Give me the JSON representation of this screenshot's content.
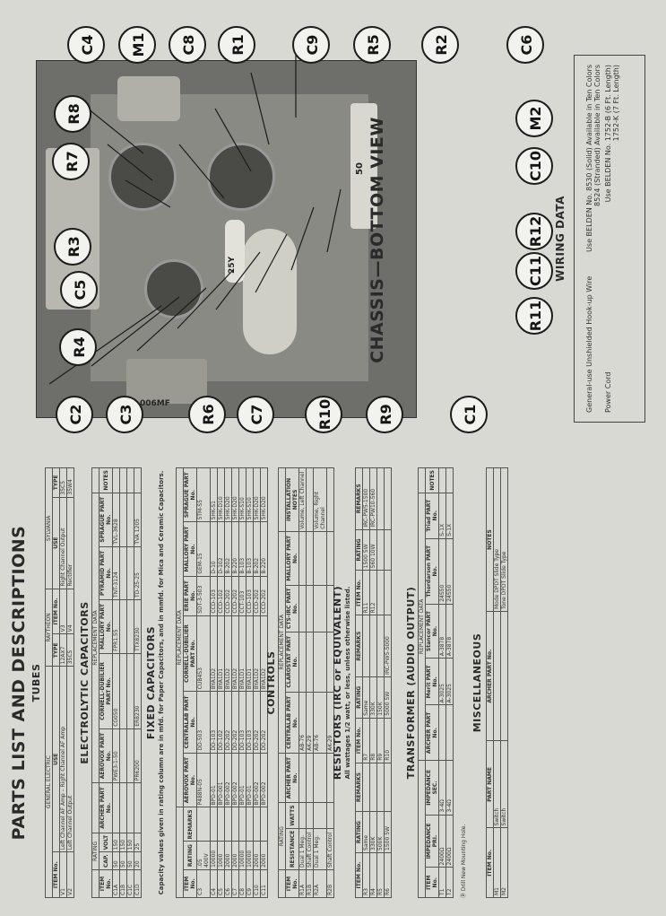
{
  "title": "PARTS LIST AND DESCRIPTIONS",
  "tubes": {
    "heading": "TUBES",
    "brands": [
      "GENERAL ELECTRIC",
      "RAYTHEON",
      "SYLVANIA"
    ],
    "headers": [
      "ITEM No.",
      "USE",
      "TYPE",
      "ITEM No.",
      "USE",
      "TYPE"
    ],
    "rows": [
      [
        "V1",
        "Left Channel AF Amp – Right Channel AF Amp",
        "12AX7",
        "V3",
        "Right Channel Output",
        "35C5"
      ],
      [
        "V2",
        "Left Channel Output",
        "35C5",
        "V4",
        "Rectifier",
        "35W4"
      ]
    ]
  },
  "electrolytic": {
    "heading": "ELECTROLYTIC CAPACITORS",
    "group_rating": "RATING",
    "group_repl": "REPLACEMENT DATA",
    "headers": [
      "ITEM No.",
      "CAP.",
      "VOLT",
      "ARCHER PART No.",
      "AEROVOX PART No.",
      "CORNELL-DUBILIER PART No.",
      "MALLORY PART No.",
      "PYRAMID PART No.",
      "SPRAGUE PART No.",
      "NOTES"
    ],
    "rows": [
      [
        "C1A",
        "50",
        "150",
        "",
        "PWE3-1-50",
        "CG050",
        "FPR1.55",
        "TNT-3124",
        "TVL-3628",
        ""
      ],
      [
        "C1B",
        "50",
        "150",
        "",
        "",
        "",
        "",
        "",
        "",
        ""
      ],
      [
        "C1C",
        "50",
        "150",
        "",
        "",
        "",
        "",
        "",
        "",
        ""
      ],
      [
        "C1D",
        "20",
        "25",
        "",
        "PR6200",
        "ER8230",
        "TTX8230",
        "TD-25-25",
        "TVA 1205",
        ""
      ]
    ]
  },
  "fixed": {
    "heading": "FIXED CAPACITORS",
    "note": "Capacity values given in rating column are in mfd. for Paper Capacitors, and in mmfd. for Mica and Ceramic Capacitors.",
    "group_repl": "REPLACEMENT DATA",
    "headers": [
      "ITEM No.",
      "RATING",
      "REMARKS",
      "AEROVOX PART No.",
      "CENTRALAB PART No.",
      "CORNELL-DUBILIER PART No.",
      "ERIE PART No.",
      "MALLORY PART No.",
      "SPRAGUE PART No."
    ],
    "rows": [
      [
        "C3",
        ".05 400V",
        "",
        "P488N-05",
        "DD-503",
        "CUB4S3",
        "SDT-3-503",
        "GEM-15",
        "5TM-S5"
      ],
      [
        "C4",
        "10000",
        "",
        "BPD-01",
        "DD-103",
        "BYA1D2",
        "CCD-103",
        "D-10",
        "5HK-S1"
      ],
      [
        "C5",
        "1000",
        "",
        "BPD-001",
        "DD-102",
        "BYA1D1",
        "CCD-102",
        "D-102",
        "5HK-D10"
      ],
      [
        "C6",
        "2000",
        "",
        "BPD-002",
        "DD-202",
        "BYA1D2",
        "CCD-202",
        "B-202",
        "5HK-D20"
      ],
      [
        "C7",
        "2000",
        "",
        "BPD-002",
        "DD-202",
        "BYA1D2",
        "CCD-202",
        "B-220",
        "5HK-D20"
      ],
      [
        "C8",
        "10000",
        "",
        "BPD-01",
        "DD-103",
        "BYA1D1",
        "CCT-103",
        "B-103",
        "5HK-S10"
      ],
      [
        "C9",
        "10000",
        "",
        "BPD-01",
        "DD-103",
        "BYA1D1",
        "CCD-103",
        "B-103",
        "5HK-S10"
      ],
      [
        "C10",
        "2000",
        "",
        "BPD-002",
        "DD-202",
        "BYA1D2",
        "CCD-202",
        "B-202",
        "5HK-D20"
      ],
      [
        "C11",
        "2000",
        "",
        "BPD-002",
        "DD-202",
        "BYA1D2",
        "CCD-202",
        "B-220",
        "5HK-D20"
      ]
    ]
  },
  "controls": {
    "heading": "CONTROLS",
    "group_rating": "RATING",
    "group_repl": "REPLACEMENT DATA",
    "headers": [
      "ITEM No.",
      "RESISTANCE",
      "WATTS",
      "ARCHER PART No.",
      "CENTRALAB PART No.",
      "CLAROSTAT PART No.",
      "CTS-IRC PART No.",
      "MALLORY PART No.",
      "INSTALLATION NOTES"
    ],
    "rows": [
      [
        "R1A",
        "Dual 1 Meg.",
        "",
        "",
        "AB-76",
        "",
        "",
        "",
        "Volume, Left Channel"
      ],
      [
        "R1B",
        "Shaft Control",
        "",
        "",
        "AK-29",
        "",
        "",
        "",
        ""
      ],
      [
        "R2A",
        "Dual 1 Meg.",
        "",
        "",
        "AB-76",
        "",
        "",
        "",
        "Volume, Right Channel"
      ],
      [
        "R2B",
        "Shaft Control",
        "",
        "",
        "AK-29",
        "",
        "",
        "",
        ""
      ]
    ]
  },
  "resistors": {
    "heading": "RESISTORS (IRC or EQUIVALENT)",
    "subheading": "All wattages 1/2 watt, or less, unless otherwise listed.",
    "headers": [
      "ITEM No.",
      "RATING",
      "REMARKS",
      "ITEM No.",
      "RATING",
      "REMARKS",
      "ITEM No.",
      "RATING",
      "REMARKS"
    ],
    "rows": [
      [
        "R3",
        "Same",
        "",
        "R7",
        "Same",
        "",
        "R11",
        "1500 5W",
        "IRC-PW5-1500"
      ],
      [
        "R4",
        "330K",
        "",
        "R8",
        "330K",
        "",
        "R12",
        "560 10W",
        "IRC-PW10-560"
      ],
      [
        "R5",
        "500K",
        "",
        "R9",
        "150K",
        "",
        "",
        "",
        ""
      ],
      [
        "R6",
        "1500 5W",
        "",
        "R10",
        "5000 5W",
        "IRC-PW5-5000",
        "",
        "",
        ""
      ]
    ]
  },
  "transformer": {
    "heading": "TRANSFORMER (AUDIO OUTPUT)",
    "group_repl": "REPLACEMENT DATA",
    "headers": [
      "ITEM No.",
      "IMPEDANCE PRI.",
      "IMPEDANCE SEC.",
      "ARCHER PART No.",
      "Merit PART No.",
      "Stancor PART No.",
      "Thordarson PART No.",
      "Triad PART No.",
      "NOTES"
    ],
    "rows": [
      [
        "T1",
        "2400Ω",
        "3-4Ω",
        "",
        "A-3025",
        "A-3878",
        "24S50",
        "S-1X",
        ""
      ],
      [
        "T2",
        "2400Ω",
        "3-4Ω",
        "",
        "A-3025",
        "A-3878",
        "24S50",
        "S-1X",
        ""
      ]
    ]
  },
  "misc": {
    "heading": "MISCELLANEOUS",
    "drill_note": "Ⓓ Drill New Mounting Hole.",
    "headers": [
      "ITEM No.",
      "PART NAME",
      "ARCHER PART No.",
      "NOTES"
    ],
    "rows": [
      [
        "M1",
        "Switch",
        "",
        "Mode DPDT Slide Type"
      ],
      [
        "M2",
        "Switch",
        "",
        "Tone DPDT Slide Type"
      ]
    ]
  },
  "chassis": {
    "heading": "CHASSIS—BOTTOM VIEW",
    "callouts_top": [
      "C4",
      "M1",
      "C8",
      "R1",
      "C9",
      "R5",
      "R2",
      "C6"
    ],
    "callouts_left": [
      "R8",
      "R7",
      "R3",
      "C5",
      "R4"
    ],
    "callouts_right": [
      "M2",
      "C10",
      "R12",
      "C11",
      "R11"
    ],
    "callouts_bottom": [
      "C2",
      "C3",
      "R6",
      "C7",
      "R10",
      "R9",
      "C1"
    ],
    "photo_markings": [
      "50",
      "006MF",
      "25Y"
    ]
  },
  "wiring": {
    "heading": "WIRING DATA",
    "rows": [
      {
        "label": "General-use Unshielded Hook-up Wire",
        "value": "Use BELDEN No. 8530 (Solid) Available in Ten Colors\n8524 (Stranded) Available in Ten Colors"
      },
      {
        "label": "Power Cord",
        "value": "Use BELDEN No. 1752-B (6 Ft. Length)\n1752-K (7 Ft. Length)"
      }
    ]
  }
}
